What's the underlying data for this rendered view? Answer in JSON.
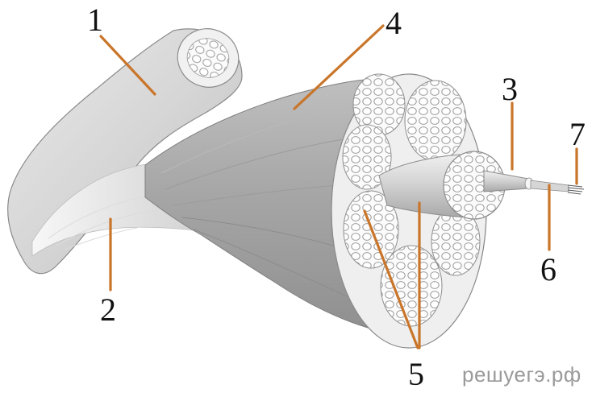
{
  "labels": {
    "l1": "1",
    "l2": "2",
    "l3": "3",
    "l4": "4",
    "l5": "5",
    "l6": "6",
    "l7": "7"
  },
  "watermark": "решуегэ.рф",
  "colors": {
    "leader": "#c9752a",
    "muscle": "#a9a9a9",
    "bone": "#d9d9d9",
    "tendon": "#f2f2f2",
    "fascicle": "#f4f4f4"
  }
}
